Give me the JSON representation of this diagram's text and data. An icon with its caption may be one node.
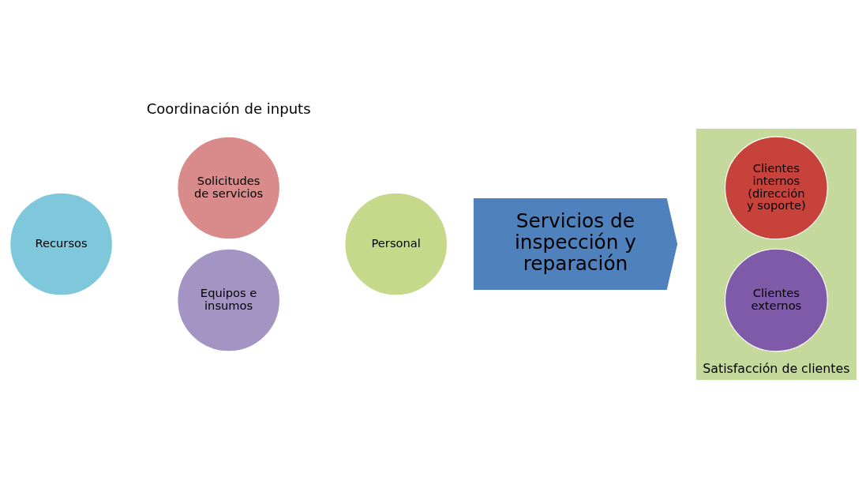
{
  "diagram": {
    "nodes": [
      {
        "text": [
          "Solicitudes de servicios"
        ]
      },
      {
        "text": [
          "Recursos"
        ]
      },
      {
        "text": [
          "Personal"
        ]
      },
      {
        "text": [
          "Equipos e insumos"
        ]
      },
      {
        "text": [
          "Servicios de inspección y reparación"
        ]
      },
      {
        "text": [
          "Satisfacción de clientes"
        ]
      },
      {
        "text": [
          "Clientes externos"
        ],
        "in": 5
      },
      {
        "text": [
          "Clientes internos (dirección y soporte)"
        ],
        "in": 5
      }
    ],
    "labels": [
      "Coordinación de inputs"
    ]
  }
}
